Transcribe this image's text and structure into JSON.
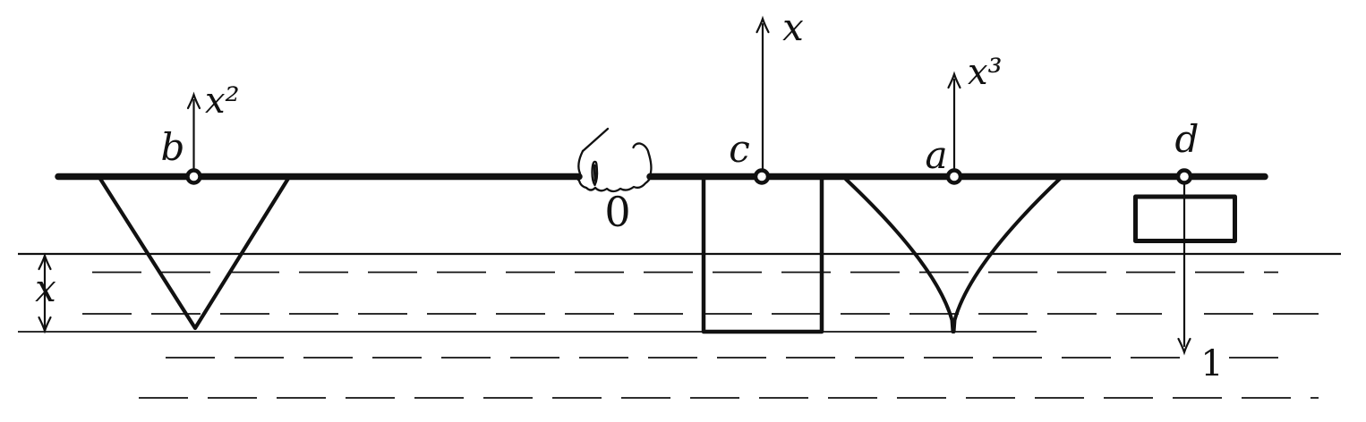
{
  "colors": {
    "ink": "#111111",
    "background": "#ffffff"
  },
  "icons": {
    "hand": "fist-gripping-rod"
  },
  "figure": {
    "origin_label": "0",
    "depth_label": "x",
    "hang_points": [
      {
        "label": "b",
        "function": "x²"
      },
      {
        "label": "c",
        "function": "x"
      },
      {
        "label": "a",
        "function": "x³"
      },
      {
        "label": "d",
        "function": "1"
      }
    ]
  }
}
